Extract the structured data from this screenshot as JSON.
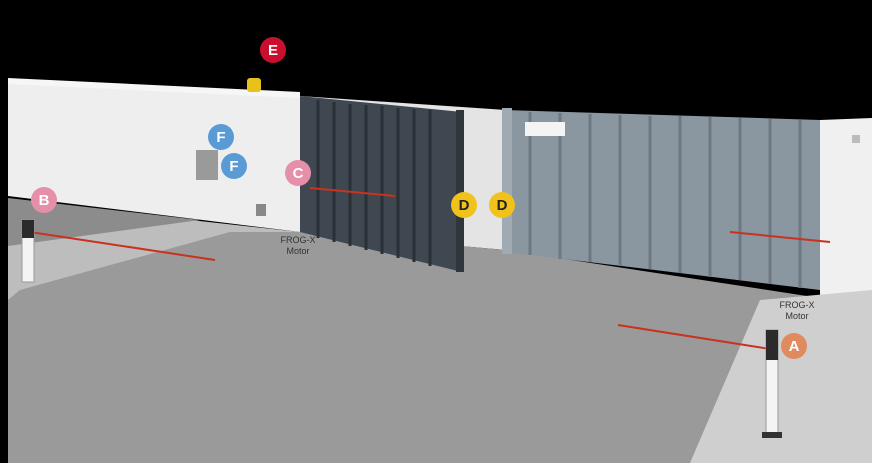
{
  "markers": [
    {
      "id": "marker-a",
      "label": "A",
      "color": "#e08b5f",
      "text_color": "#ffffff"
    },
    {
      "id": "marker-b",
      "label": "B",
      "color": "#e58fa8",
      "text_color": "#ffffff"
    },
    {
      "id": "marker-c",
      "label": "C",
      "color": "#e58fa8",
      "text_color": "#ffffff"
    },
    {
      "id": "marker-d1",
      "label": "D",
      "color": "#f1c21b",
      "text_color": "#222222"
    },
    {
      "id": "marker-d2",
      "label": "D",
      "color": "#f1c21b",
      "text_color": "#222222"
    },
    {
      "id": "marker-e",
      "label": "E",
      "color": "#c8102e",
      "text_color": "#ffffff"
    },
    {
      "id": "marker-f1",
      "label": "F",
      "color": "#5b9bd5",
      "text_color": "#ffffff"
    },
    {
      "id": "marker-f2",
      "label": "F",
      "color": "#5b9bd5",
      "text_color": "#ffffff"
    }
  ],
  "labels": {
    "motor_left": {
      "line1": "FROG-X",
      "line2": "Motor"
    },
    "motor_right": {
      "line1": "FROG-X",
      "line2": "Motor"
    }
  },
  "colors": {
    "wall": "#eeeeee",
    "ground": "#9a9a9a",
    "gate_dark": "#3f4850",
    "gate_light": "#8a96a0",
    "beam": "#c8321e",
    "lamp": "#e8c21a"
  }
}
